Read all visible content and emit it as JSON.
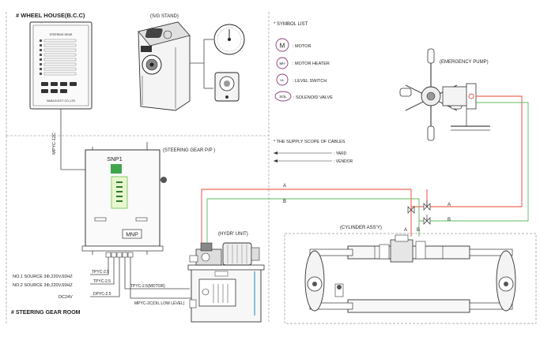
{
  "wheel_house": {
    "title": "# WHEEL HOUSE(B.C.C)",
    "panel_title": "STEERING GEAR",
    "panel_footer": "NASA ELECT CO.,LTD"
  },
  "sg_stand": {
    "title": "(S/G STAND)"
  },
  "symbol_list": {
    "title": "* SYMBOL LIST",
    "items": [
      {
        "symbol": "M",
        "desc": ": MOTOR"
      },
      {
        "symbol": "MH",
        "desc": ": MOTOR HEATER"
      },
      {
        "symbol": "LL",
        "desc": ": LEVEL SWITCH"
      },
      {
        "symbol": "SOL",
        "desc": ": SOLENOID VALVE"
      }
    ]
  },
  "emergency_pump": {
    "title": "(EMERGENCY PUMP)"
  },
  "cable_scope": {
    "title": "* THE SUPPLY SCOPE OF CABLES",
    "yard": ": YARD",
    "vendor": ": VENDOR"
  },
  "cables": {
    "mpyc_12c": "MPYC-12C",
    "tpyc_1": "TPYC-2.5",
    "tpyc_2": "TPYC-2.5",
    "dpyc": "DPYC-2.5",
    "tpyc_motor": "TPYC-2.5(MOTOR)",
    "mpyc_oil": "MPYC-2C(OIL LOW LEVEL)"
  },
  "steering_gear_pp": {
    "title": "(STEERING GEAR P/P )",
    "snp1": "SNP1",
    "mnp": "MNP"
  },
  "hydr_unit": {
    "title": "(HYDR' UNIT)"
  },
  "cylinder": {
    "title": "(CYLINDER ASS'Y)"
  },
  "lines": {
    "a1": "A",
    "b1": "B",
    "a2": "A",
    "b2": "B",
    "a3": "A",
    "b3": "B"
  },
  "sources": {
    "no1": "NO.1 SOURCE 3Φ,220V,60HZ",
    "no2": "NO.2 SOURCE 3Φ,220V,60HZ",
    "dc": "DC24V"
  },
  "steering_gear_room": {
    "title": "# STEERING GEAR ROOM"
  },
  "colors": {
    "line_a": "#e8452e",
    "line_b": "#5cb85c"
  }
}
